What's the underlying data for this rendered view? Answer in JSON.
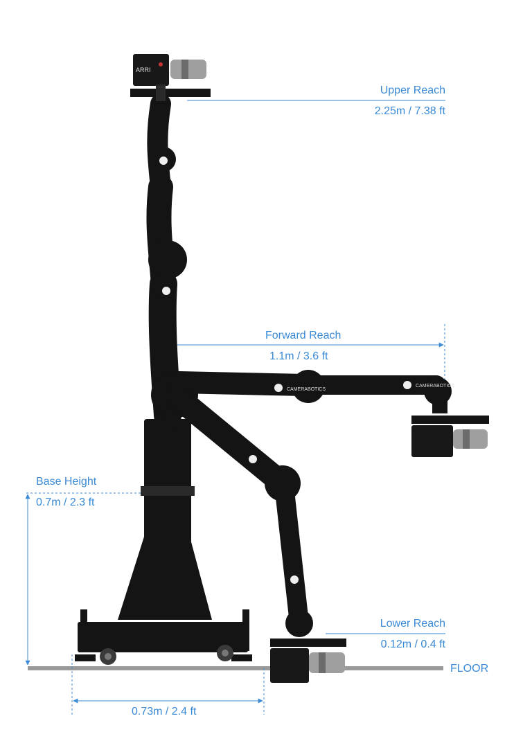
{
  "accent_color": "#3a8ad6",
  "robot_color": "#141414",
  "floor_color": "#9a9a9a",
  "brand_text": "CAMERABOTICS",
  "camera_brand_text": "ARRI",
  "dimensions": {
    "upper_reach": {
      "label": "Upper Reach",
      "value": "2.25m / 7.38 ft"
    },
    "forward_reach": {
      "label": "Forward Reach",
      "value": "1.1m / 3.6 ft"
    },
    "base_height": {
      "label": "Base Height",
      "value": "0.7m / 2.3 ft"
    },
    "lower_reach": {
      "label": "Lower Reach",
      "value": "0.12m / 0.4 ft"
    },
    "floor": {
      "label": "FLOOR"
    },
    "base_width": {
      "value": "0.73m / 2.4 ft"
    }
  }
}
